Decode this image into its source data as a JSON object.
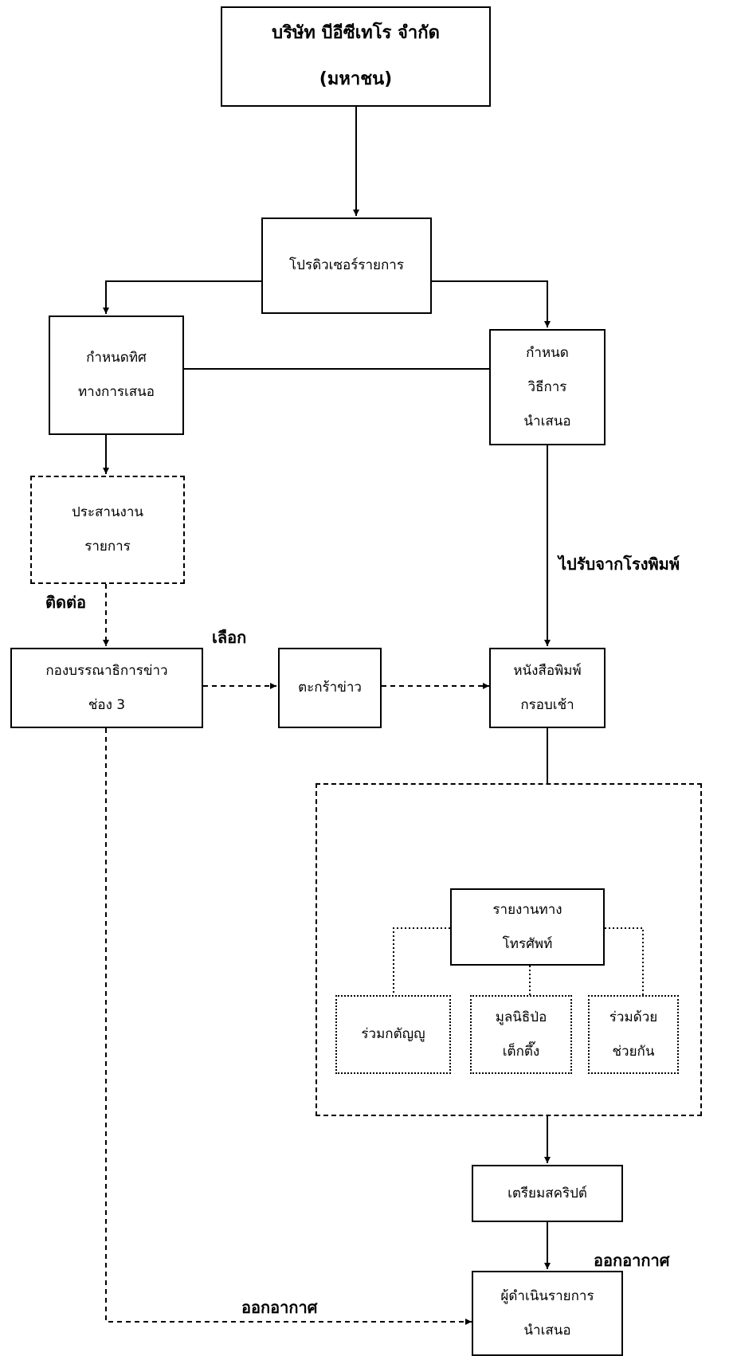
{
  "nodes": {
    "company": [
      "บริษัท บีอีซีเทโร จำกัด",
      "(มหาชน)"
    ],
    "producer": [
      "โปรดิวเซอร์รายการ"
    ],
    "direction": [
      "กำหนดทิศ",
      "ทางการเสนอ"
    ],
    "method": [
      "กำหนด",
      "วิธีการ",
      "นำเสนอ"
    ],
    "coordinator": [
      "ประสานงาน",
      "รายการ"
    ],
    "newsroom": [
      "กองบรรณาธิการข่าว",
      "ช่อง 3"
    ],
    "basket": [
      "ตะกร้าข่าว"
    ],
    "newspaper": [
      "หนังสือพิมพ์",
      "กรอบเช้า"
    ],
    "phone": [
      "รายงานทาง",
      "โทรศัพท์"
    ],
    "ruamkatanyu": [
      "ร่วมกตัญญู"
    ],
    "foundation": [
      "มูลนิธิป่อ",
      "เต็กตึ๊ง"
    ],
    "ruamduay": [
      "ร่วมด้วย",
      "ช่วยกัน"
    ],
    "script": [
      "เตรียมสคริปต์"
    ],
    "host": [
      "ผู้ดำเนินรายการ",
      "นำเสนอ"
    ]
  },
  "edge_labels": {
    "print": "ไปรับจากโรงพิมพ์",
    "contact": "ติดต่อ",
    "select": "เลือก",
    "on_air_right": "ออกอากาศ",
    "on_air_bottom": "ออกอากาศ"
  },
  "colors": {
    "line": "#000000",
    "background": "#ffffff"
  }
}
